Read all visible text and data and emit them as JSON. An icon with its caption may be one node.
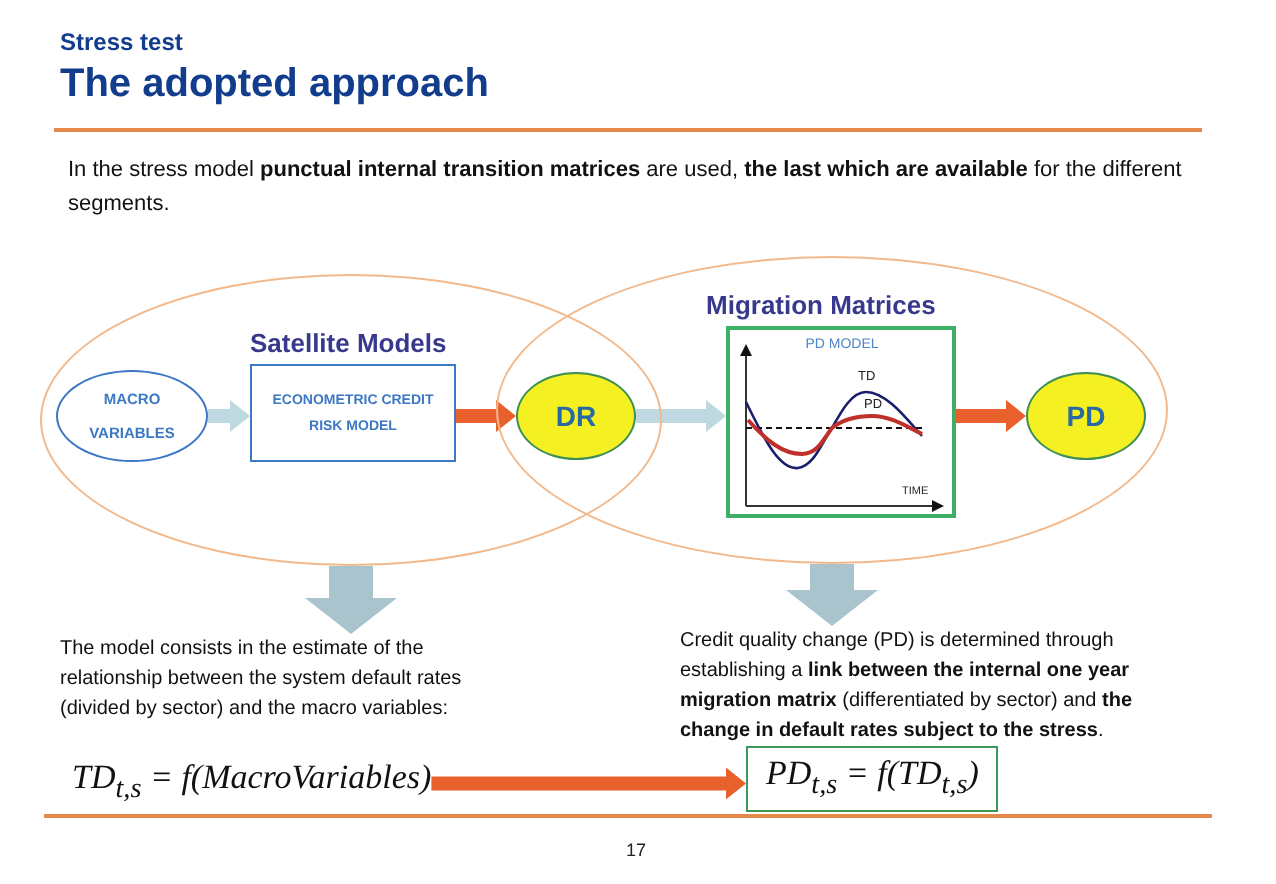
{
  "diagram": {
    "title": "The adopted approach",
    "nodes": [
      {
        "text": [
          "Satellite Models"
        ]
      },
      {
        "text": [
          "MACRO VARIABLES"
        ],
        "in": 0
      },
      {
        "text": [
          "ECONOMETRIC CREDIT RISK MODEL"
        ],
        "in": 0
      },
      {
        "text": [
          "DR"
        ]
      },
      {
        "text": [
          "Migration Matrices"
        ]
      },
      {
        "text": [
          "PD MODEL",
          "TD",
          "PD",
          "TIME"
        ],
        "in": 4
      },
      {
        "text": [
          "PD"
        ],
        "in": 4
      },
      {
        "text": [
          "The model consists in the estimate of the relationship between the system default rates (divided by sector) and the macro variables:"
        ]
      },
      {
        "text": [
          "Credit quality change (PD) is determined through establishing a **link between the internal one year migration matrix** (differentiated by sector) and **the change in default rates subject to the stress**."
        ]
      },
      {
        "text": [
          "TD$_{t,s}$ = f(MacroVariables)"
        ]
      },
      {
        "text": [
          "PD$_{t,s}$ = f(TD$_{t,s}$)"
        ]
      }
    ],
    "edges": [
      {
        "from": 1,
        "to": 2,
        "arrow": "to",
        "color": "#bfd9e0"
      },
      {
        "from": 2,
        "to": 3,
        "arrow": "to"
      },
      {
        "from": 3,
        "to": 5,
        "arrow": "to",
        "color": "#bfd9e0"
      },
      {
        "from": 5,
        "to": 6,
        "arrow": "to"
      },
      {
        "from": 0,
        "to": 7,
        "arrow": "to",
        "style": "thick",
        "color": "#a9c4cc"
      },
      {
        "from": 4,
        "to": 8,
        "arrow": "to",
        "style": "thick",
        "color": "#a9c4cc"
      },
      {
        "from": 9,
        "to": 10,
        "arrow": "to"
      }
    ],
    "labels": [
      "Stress test",
      "In the stress model **punctual internal transition matrices** are used, **the last which are available** for the different segments.",
      "17"
    ]
  }
}
